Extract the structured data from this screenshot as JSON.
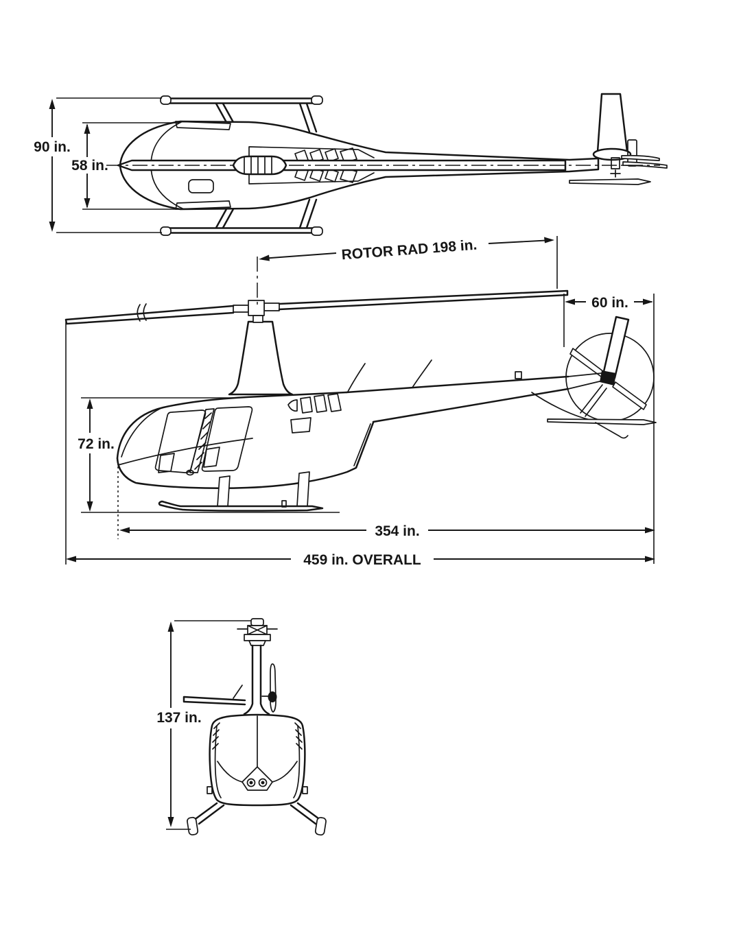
{
  "document": {
    "type": "three-view dimensional drawing",
    "subject": "light helicopter",
    "units": "inches"
  },
  "colors": {
    "ink": "#161616",
    "paper": "#ffffff"
  },
  "dimensions": {
    "overall_width": "90 in.",
    "cabin_width": "58 in.",
    "rotor_radius": "ROTOR RAD 198 in.",
    "tail_rotor_width": "60 in.",
    "cabin_height": "72 in.",
    "fuselage_length": "354 in.",
    "overall_length": "459 in. OVERALL",
    "overall_height": "137 in."
  }
}
